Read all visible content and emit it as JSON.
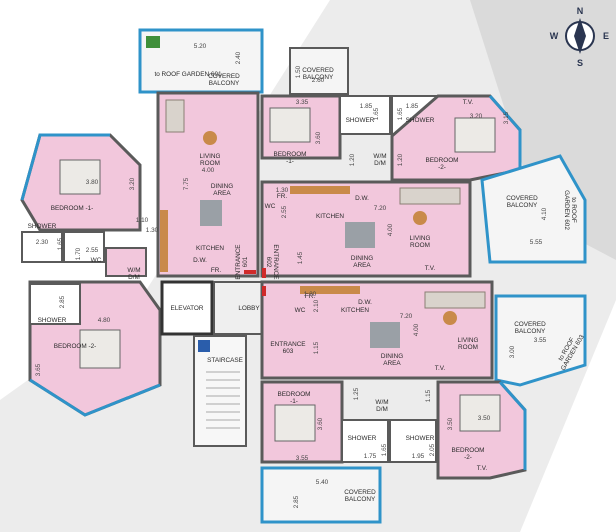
{
  "rooms": {
    "living_601": "LIVING\nROOM",
    "dining_601": "DINING\nAREA",
    "kitchen_601": "KITCHEN",
    "bedroom1_601": "BEDROOM\n-1-",
    "bedroom1_601_w": "BEDROOM -1-",
    "bedroom2_601_w": "BEDROOM -2-",
    "shower": "SHOWER",
    "wc": "WC",
    "wmdm": "W/M\nD/M",
    "tv": "T.V.",
    "dw": "D.W.",
    "fr": "FR.",
    "entrance_601": "ENTRANCE\n601",
    "entrance_602": "ENTRANCE\n602",
    "entrance_603": "ENTRANCE\n603",
    "covered_balcony": "COVERED\nBALCONY",
    "roof_601": "to ROOF\nGARDEN 601",
    "roof_602": "to ROOF\nGARDEN 602",
    "roof_603": "to ROOF\nGARDEN 603",
    "elevator": "ELEVATOR",
    "lobby": "LOBBY",
    "staircase": "STAIRCASE",
    "kitchen_602": "KITCHEN",
    "dining_602": "DINING\nAREA",
    "living_602": "LIVING\nROOM",
    "bedroom1_602": "BEDROOM\n-1-",
    "bedroom2_602": "BEDROOM\n-2-",
    "kitchen_603": "KITCHEN",
    "dining_603": "DINING\nAREA",
    "living_603": "LIVING\nROOM",
    "bedroom1_603": "BEDROOM\n-1-",
    "bedroom2_603": "BEDROOM\n-2-"
  },
  "dims": {
    "d520": "5.20",
    "d240": "2.40",
    "d150": "1.50",
    "d260": "2.60",
    "d400": "4.00",
    "d775": "7.75",
    "d335": "3.35",
    "d360": "3.60",
    "d185": "1.85",
    "d165": "1.65",
    "d120": "1.20",
    "d320": "3.20",
    "d315": "3.15",
    "d380": "3.80",
    "d110": "1.10",
    "d130": "1.30",
    "d255": "2.55",
    "d720": "7.20",
    "d145": "1.45",
    "d410": "4.10",
    "d555": "5.55",
    "d230": "2.30",
    "d170": "1.70",
    "d480": "4.80",
    "d355": "3.55",
    "d300": "3.00",
    "d210": "2.10",
    "d115": "1.15",
    "d125": "1.25",
    "d175": "1.75",
    "d195": "1.95",
    "d350": "3.50",
    "d540": "5.40",
    "d365": "3.65",
    "d285": "2.85",
    "d205": "2.05"
  },
  "compass": {
    "n": "N",
    "e": "E",
    "s": "S",
    "w": "W"
  },
  "colors": {
    "room": "#f2c7dc",
    "wall": "#5a5a5a",
    "balcony": "#f4f4f4",
    "glass": "#2f93c9",
    "wood": "#c98a4a",
    "red": "#d02a2a"
  }
}
